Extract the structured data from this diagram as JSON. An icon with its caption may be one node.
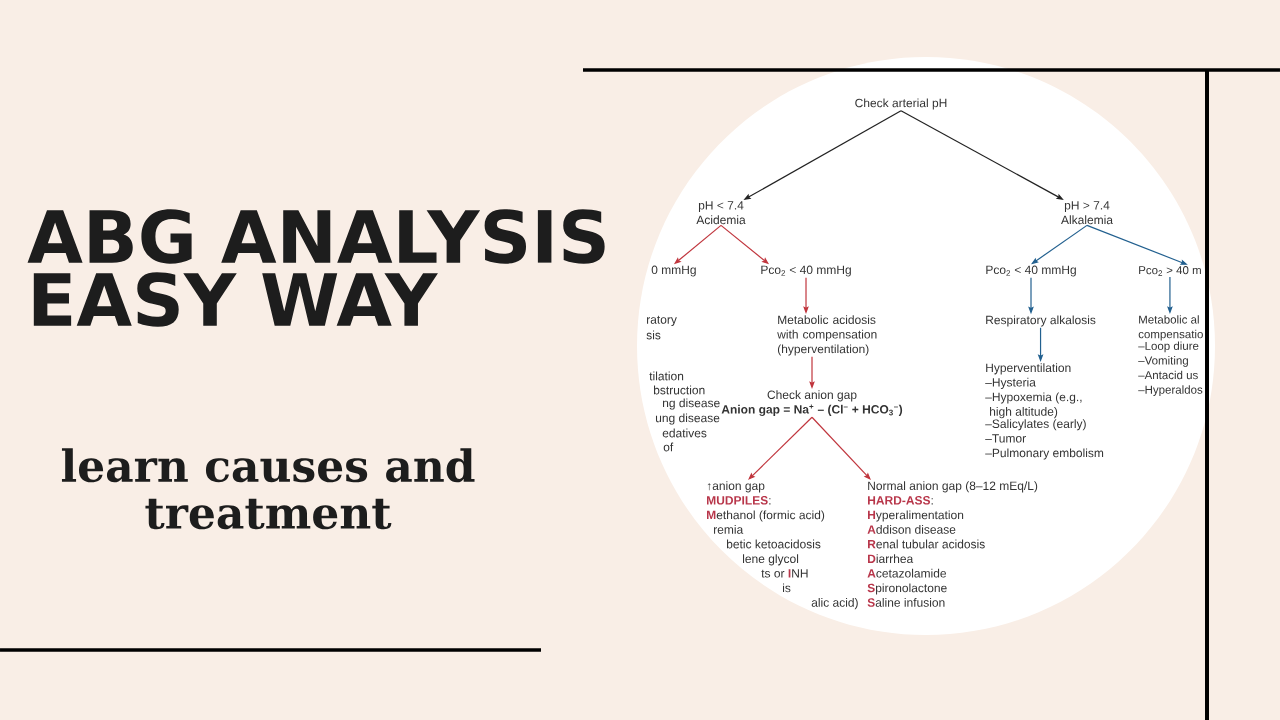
{
  "diagram": {
    "title": "ABG ANALYSIS EASY WAY",
    "nodes": [
      {
        "text": [
          "Check arterial pH"
        ]
      },
      {
        "text": [
          "pH < 7.4",
          "Acidemia"
        ]
      },
      {
        "text": [
          "pH > 7.4",
          "Alkalemia"
        ]
      },
      {
        "text": [
          "0 mmHg"
        ]
      },
      {
        "text": [
          "Pco$_{2}$ < 40 mmHg"
        ]
      },
      {
        "text": [
          "Pco$_{2}$ < 40 mmHg"
        ]
      },
      {
        "text": [
          "Pco$_{2}$ > 40 m"
        ]
      },
      {
        "text": [
          "Metabolic acidosis with compensation (hyperventilation)"
        ]
      },
      {
        "text": [
          "Respiratory alkalosis"
        ]
      },
      {
        "text": [
          "Metabolic al compensatio",
          "–Loop diure",
          "–Vomiting",
          "–Antacid us",
          "–Hyperaldos"
        ]
      },
      {
        "text": [
          "Hyperventilation",
          "–Hysteria",
          "–Hypoxemia (e.g., high altitude)",
          "–Salicylates (early)",
          "–Tumor",
          "–Pulmonary embolism"
        ]
      },
      {
        "text": [
          "Check anion gap",
          "Anion gap = Na$^{+}$ – (Cl$^{–}$ + HCO$_{3}$$^{–}$)"
        ]
      },
      {
        "text": [
          "↑anion gap",
          "**MUDPILES**:",
          "**M**ethanol (formic acid)",
          "remia",
          "betic ketoacidosis",
          "lene glycol",
          "ts or **I**NH",
          "is",
          "alic acid)"
        ]
      },
      {
        "text": [
          "Normal anion gap (8–12 mEq/L)",
          "**HARD-ASS**:",
          "**H**yperalimentation",
          "**A**ddison disease",
          "**R**enal tubular acidosis",
          "**D**iarrhea",
          "**A**cetazolamide",
          "**S**pironolactone",
          "**S**aline infusion"
        ]
      }
    ],
    "edges": [
      {
        "from": 0,
        "to": 1,
        "arrow": "to",
        "color": "#222222"
      },
      {
        "from": 0,
        "to": 2,
        "arrow": "to",
        "color": "#222222"
      },
      {
        "from": 1,
        "to": 3,
        "arrow": "to"
      },
      {
        "from": 1,
        "to": 4,
        "arrow": "to"
      },
      {
        "from": 2,
        "to": 5,
        "arrow": "to",
        "color": "#22608f"
      },
      {
        "from": 2,
        "to": 6,
        "arrow": "to",
        "color": "#22608f"
      },
      {
        "from": 4,
        "to": 7,
        "arrow": "to"
      },
      {
        "from": 5,
        "to": 8,
        "arrow": "to",
        "color": "#22608f"
      },
      {
        "from": 6,
        "to": 9,
        "arrow": "to",
        "color": "#22608f"
      },
      {
        "from": 8,
        "to": 10,
        "arrow": "to",
        "color": "#22608f"
      },
      {
        "from": 7,
        "to": 11,
        "arrow": "to"
      },
      {
        "from": 11,
        "to": 12,
        "arrow": "to"
      },
      {
        "from": 11,
        "to": 13,
        "arrow": "to"
      }
    ],
    "labels": [
      "learn causes and treatment",
      "ratory",
      "sis",
      "tilation",
      "bstruction",
      "ng disease",
      "ung disease",
      "edatives",
      "of"
    ]
  }
}
